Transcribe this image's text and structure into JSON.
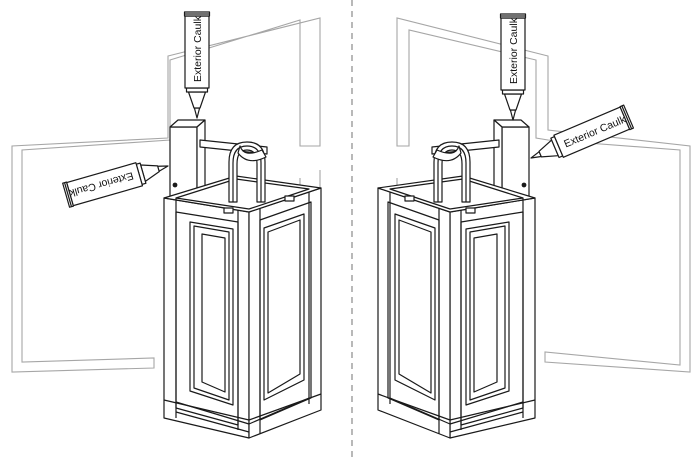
{
  "diagram": {
    "panels": [
      {
        "id": "left",
        "caulk_labels": [
          "Exterior Caulk",
          "Exterior Caulk"
        ]
      },
      {
        "id": "right",
        "caulk_labels": [
          "Exterior Caulk",
          "Exterior Caulk"
        ]
      }
    ]
  },
  "colors": {
    "line": "#1a1a1a",
    "wall": "#a6a6a6",
    "divider": "#8a8a8a",
    "background": "#ffffff"
  },
  "icons": [
    "caulk-tube-icon",
    "wall-lantern-icon"
  ]
}
